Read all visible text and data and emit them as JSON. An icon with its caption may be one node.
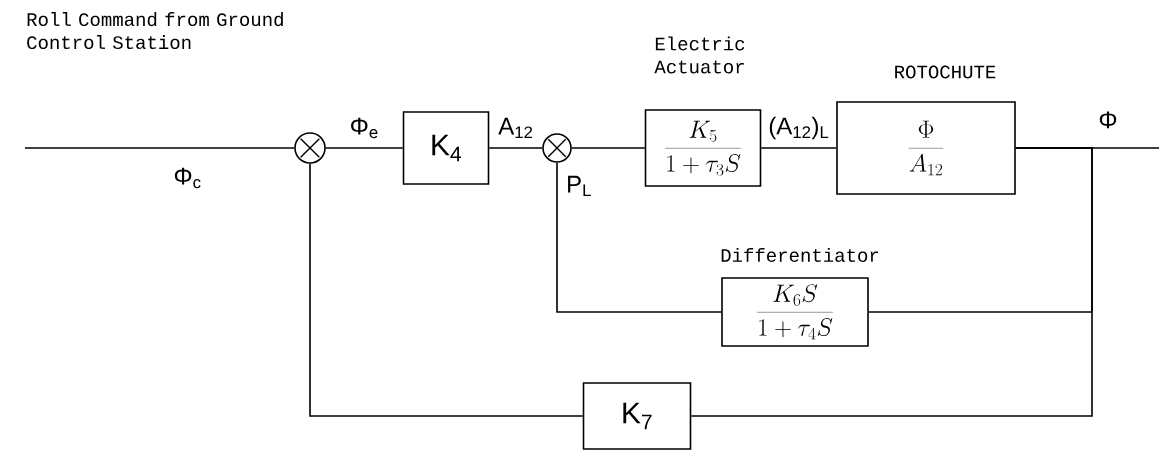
{
  "diagram": {
    "nodes": [
      {
        "text": [],
        "shape": "circle"
      },
      {
        "text": [
          "K$_{4}$"
        ]
      },
      {
        "text": [],
        "shape": "circle"
      },
      {
        "text": [
          "Electric Actuator",
          "\\frac{K_5}{1+\\tau_3 S}"
        ]
      },
      {
        "text": [
          "ROTOCHUTE",
          "\\frac{\\Phi}{A_{12}}"
        ]
      },
      {
        "text": [
          "Differentiator",
          "\\frac{K_6 S}{1+\\tau_4 S}"
        ]
      },
      {
        "text": [
          "K$_{7}$"
        ]
      }
    ],
    "edges": [
      {
        "from": null,
        "to": 0,
        "arrow": "none",
        "label": "Φ$_{c}$"
      },
      {
        "from": 0,
        "to": 1,
        "arrow": "none",
        "label": "Φ$_{e}$"
      },
      {
        "from": 1,
        "to": 2,
        "arrow": "none",
        "label": "A$_{12}$"
      },
      {
        "from": 2,
        "to": 3,
        "arrow": "none"
      },
      {
        "from": 3,
        "to": 4,
        "arrow": "none",
        "label": "(A$_{12}$)$_{L}$"
      },
      {
        "from": 4,
        "to": null,
        "arrow": "none",
        "label": "Φ"
      },
      {
        "from": 4,
        "to": 5,
        "arrow": "none"
      },
      {
        "from": 5,
        "to": 2,
        "arrow": "none",
        "label": "P$_{L}$"
      },
      {
        "from": 4,
        "to": 6,
        "arrow": "none"
      },
      {
        "from": 6,
        "to": 0,
        "arrow": "none"
      }
    ],
    "labels": [
      "Roll Command from Ground Control Station"
    ]
  }
}
